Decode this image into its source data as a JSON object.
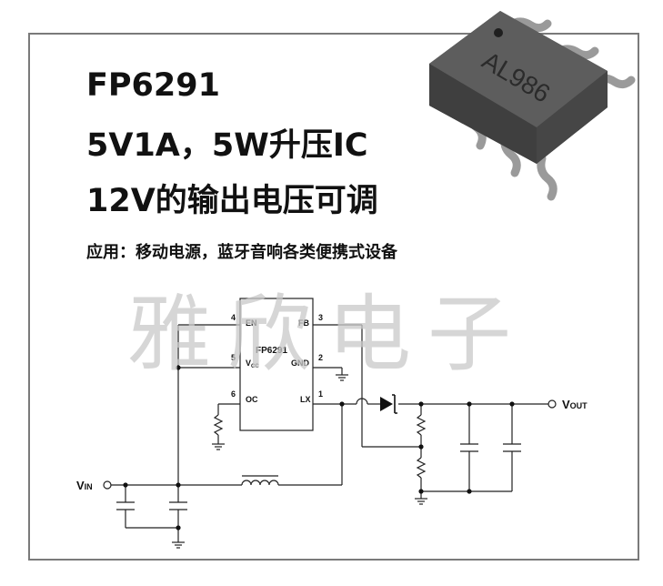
{
  "title_lines": [
    "FP6291",
    "5V1A，5W升压IC",
    "12V的输出电压可调"
  ],
  "subtitle": "应用：移动电源，蓝牙音响各类便携式设备",
  "watermark": "雅欣电子",
  "chip_marking": "AL986",
  "schematic": {
    "ic_name": "FP6291",
    "pins": [
      {
        "num": "4",
        "name": "EN"
      },
      {
        "num": "5",
        "name": "V",
        "sub": "CC"
      },
      {
        "num": "6",
        "name": "OC"
      },
      {
        "num": "3",
        "name": "FB"
      },
      {
        "num": "2",
        "name": "GND"
      },
      {
        "num": "1",
        "name": "LX"
      }
    ],
    "vin_label": {
      "main": "V",
      "sub": "IN"
    },
    "vout_label": {
      "main": "V",
      "sub": "OUT"
    }
  },
  "colors": {
    "frame": "#7a7a7a",
    "text": "#111111",
    "watermark": "#c9c9c9",
    "chip_body": "#5a5a5a"
  }
}
